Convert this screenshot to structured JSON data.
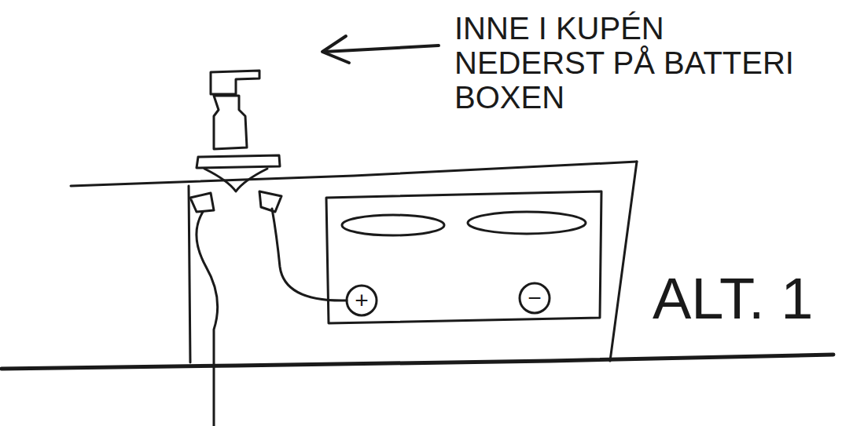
{
  "diagram": {
    "labels": [
      "INNE I KUPÉN NEDERST PÅ BATTERI BOXEN",
      "+",
      "−",
      "ALT. 1"
    ]
  }
}
